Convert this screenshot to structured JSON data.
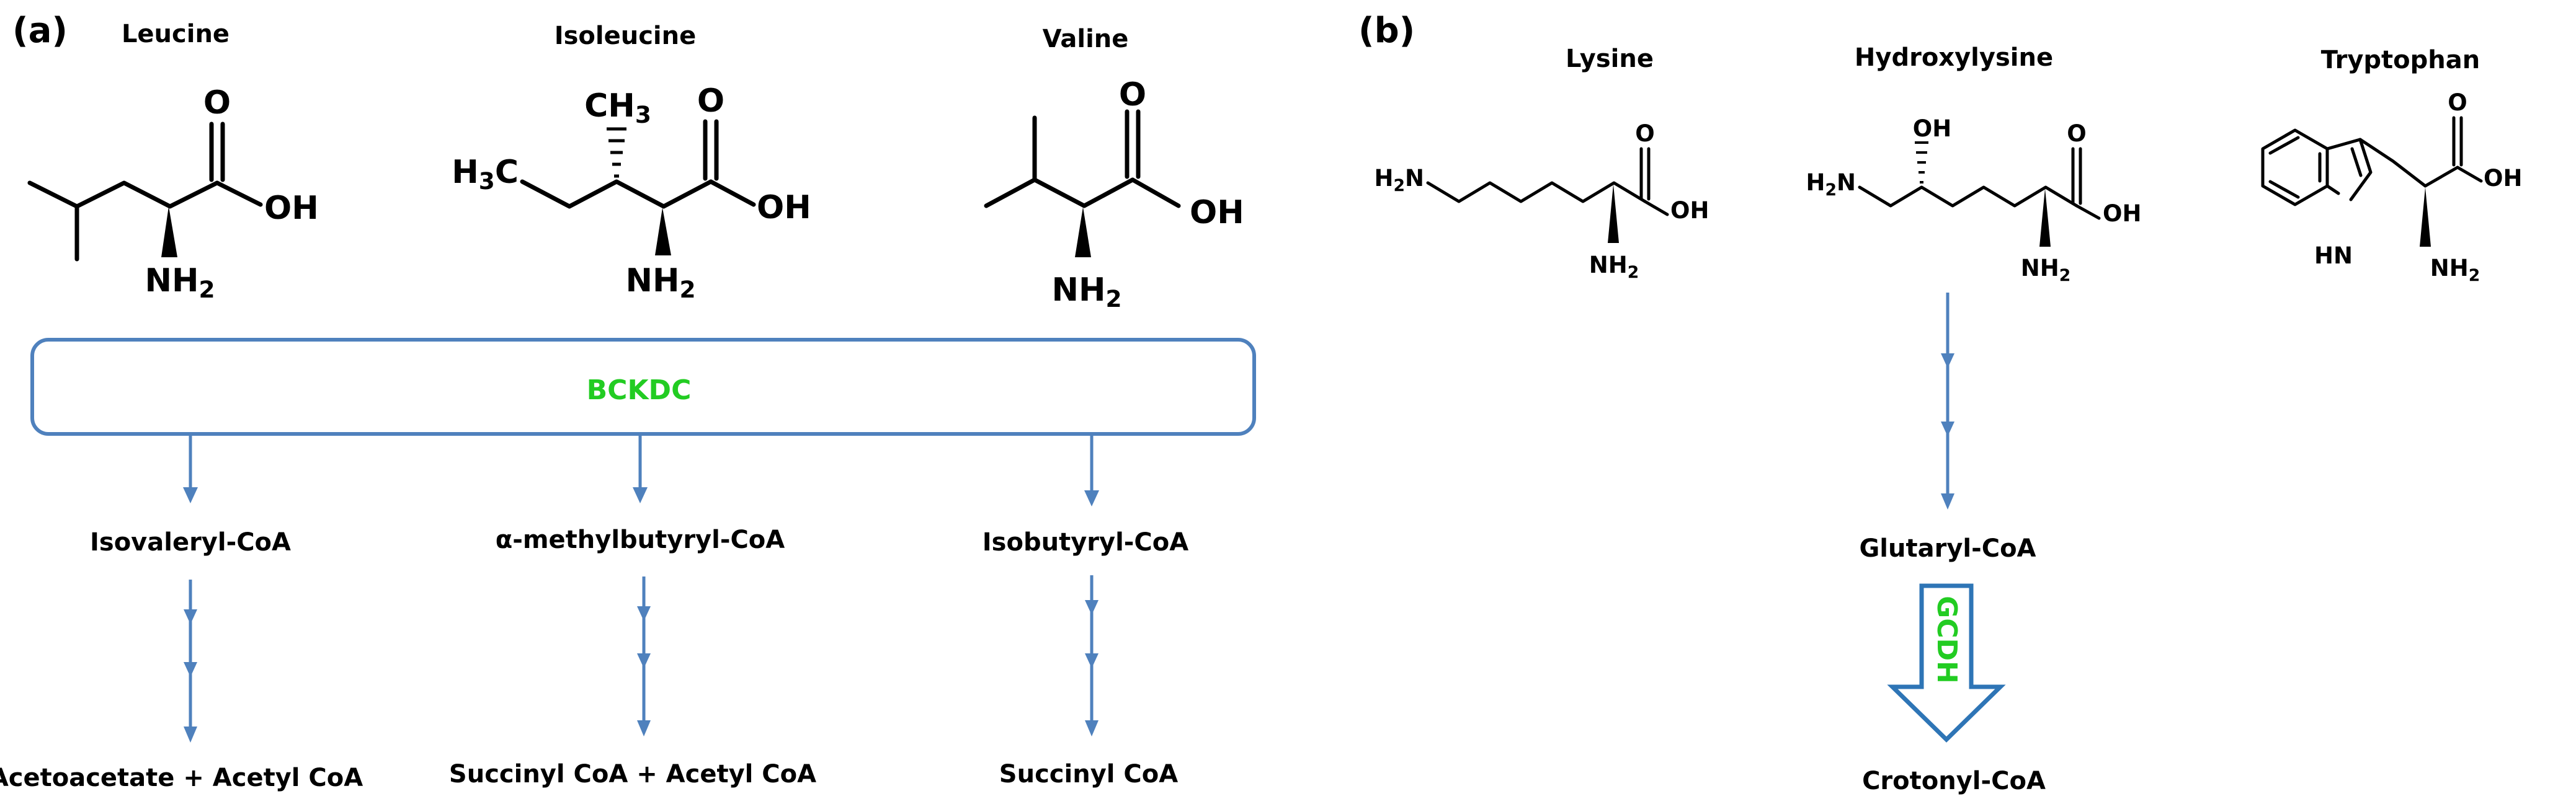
{
  "panels": {
    "a": {
      "label": "(a)",
      "amino_acids": [
        "Leucine",
        "Isoleucine",
        "Valine"
      ],
      "enzyme": "BCKDC",
      "intermediates": [
        "Isovaleryl-CoA",
        "α-methylbutyryl-CoA",
        "Isobutyryl-CoA"
      ],
      "end_products": [
        "Acetoacetate + Acetyl CoA",
        "Succinyl CoA + Acetyl CoA",
        "Succinyl CoA"
      ]
    },
    "b": {
      "label": "(b)",
      "amino_acids": [
        "Lysine",
        "Hydroxylysine",
        "Tryptophan"
      ],
      "intermediate": "Glutaryl-CoA",
      "enzyme": "GCDH",
      "end_product": "Crotonyl-CoA"
    }
  },
  "atoms": {
    "oxygen": "O",
    "hydroxyl": "OH",
    "amine": "NH",
    "amine_sub": "2",
    "methyl": "CH",
    "methyl_sub": "3",
    "methyl_left": "H",
    "methyl_left_sub": "3",
    "methyl_left_c": "C",
    "amine_left": "H",
    "amine_left_sub": "2",
    "amine_left_n": "N",
    "indole_nh": "HN"
  },
  "colors": {
    "arrow": "#4f81bd",
    "box_border": "#4f81bd",
    "gcdh_arrow": "#2e75b6",
    "enzyme_text": "#22cc22",
    "text": "#000000"
  }
}
